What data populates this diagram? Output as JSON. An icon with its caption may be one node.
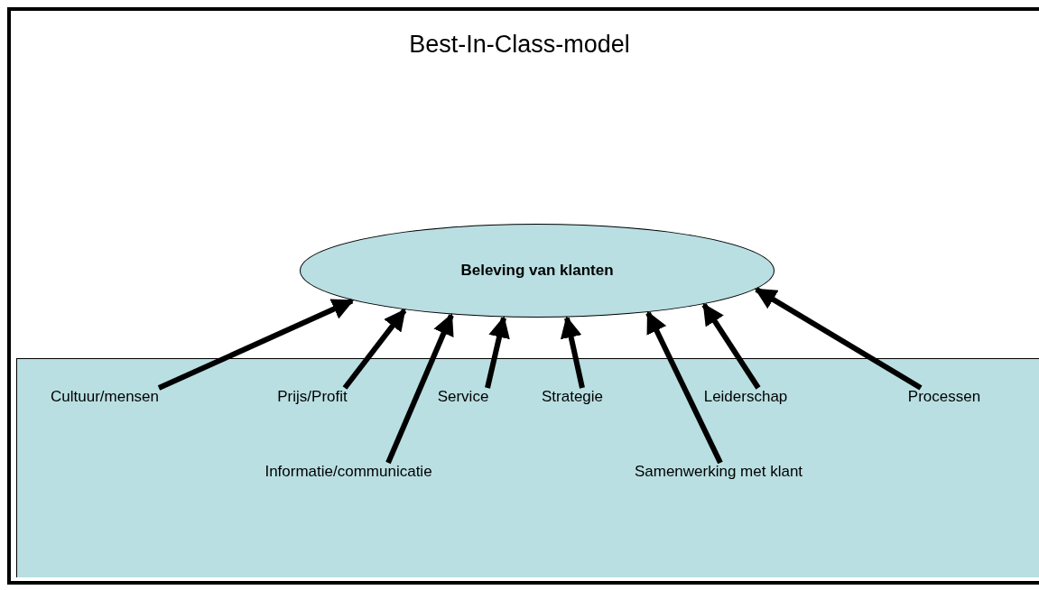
{
  "diagram": {
    "title": "Best-In-Class-model",
    "nodes": [
      {
        "text": [
          "Beleving van klanten"
        ]
      },
      {
        "text": [],
        "shape": "box"
      },
      {
        "text": [
          "Cultuur/mensen"
        ],
        "in": 1
      },
      {
        "text": [
          "Prijs/Profit"
        ],
        "in": 1
      },
      {
        "text": [
          "Service"
        ],
        "in": 1
      },
      {
        "text": [
          "Strategie"
        ],
        "in": 1
      },
      {
        "text": [
          "Leiderschap"
        ],
        "in": 1
      },
      {
        "text": [
          "Processen"
        ],
        "in": 1
      },
      {
        "text": [
          "Informatie/communicatie"
        ],
        "in": 1
      },
      {
        "text": [
          "Samenwerking met klant"
        ],
        "in": 1
      }
    ],
    "edges": [
      {
        "from": 2,
        "to": 0,
        "arrow": "to"
      },
      {
        "from": 3,
        "to": 0,
        "arrow": "to"
      },
      {
        "from": 8,
        "to": 0,
        "arrow": "to"
      },
      {
        "from": 4,
        "to": 0,
        "arrow": "to"
      },
      {
        "from": 5,
        "to": 0,
        "arrow": "to"
      },
      {
        "from": 9,
        "to": 0,
        "arrow": "to"
      },
      {
        "from": 6,
        "to": 0,
        "arrow": "to"
      },
      {
        "from": 7,
        "to": 0,
        "arrow": "to"
      }
    ]
  }
}
